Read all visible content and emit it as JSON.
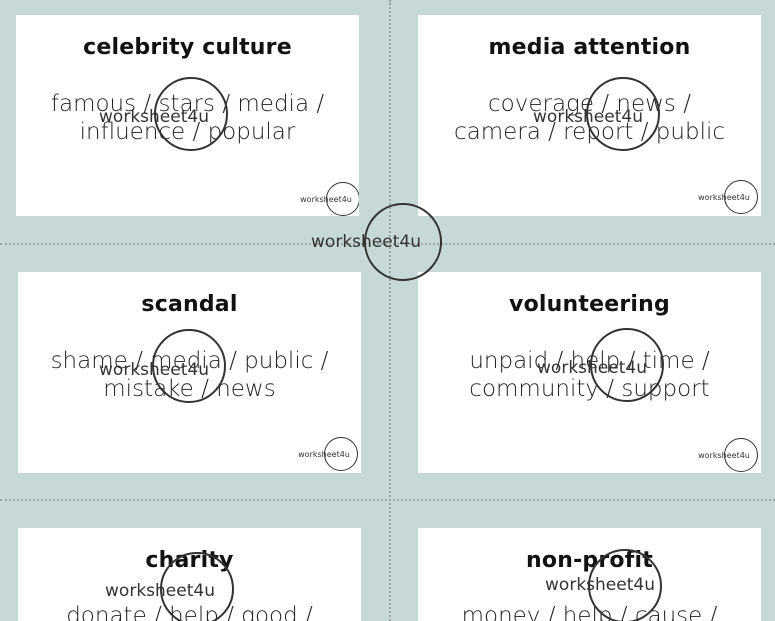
{
  "watermark": "worksheet4u",
  "cards": [
    {
      "title": "celebrity culture",
      "words": "famous / stars / media / influence / popular"
    },
    {
      "title": "media attention",
      "words": "coverage / news / camera / report / public"
    },
    {
      "title": "scandal",
      "words": "shame / media / public / mistake / news"
    },
    {
      "title": "volunteering",
      "words": "unpaid / help / time / community / support"
    },
    {
      "title": "charity",
      "words": "donate / help / good /"
    },
    {
      "title": "non-profit",
      "words": "money / help / cause /"
    }
  ]
}
